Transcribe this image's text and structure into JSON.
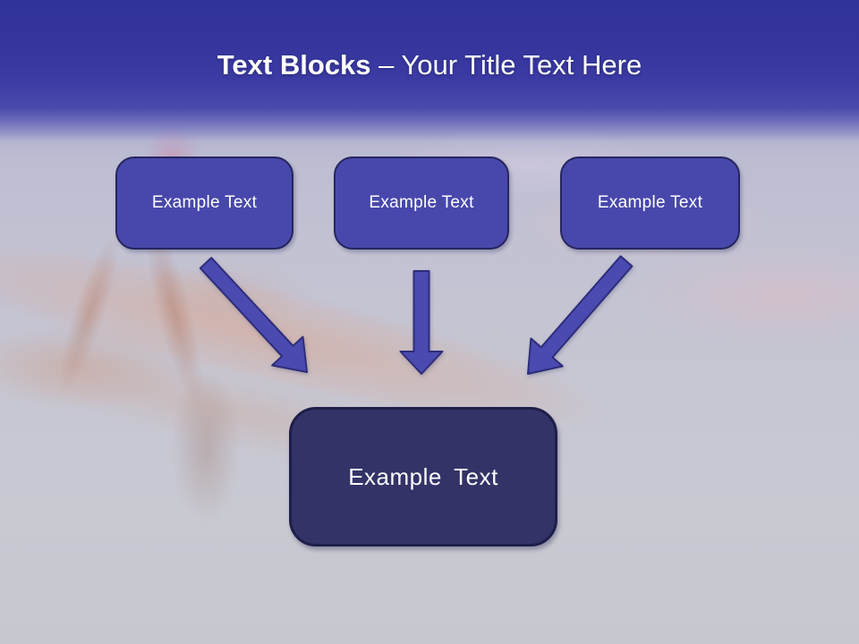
{
  "slide": {
    "title": {
      "bold": "Text Blocks",
      "rest": "– Your Title Text Here"
    },
    "source_blocks": [
      {
        "label": "Example Text"
      },
      {
        "label": "Example Text"
      },
      {
        "label": "Example Text"
      }
    ],
    "target_block": {
      "label": "Example Text"
    },
    "arrows": [
      {
        "name": "arrow-down-right"
      },
      {
        "name": "arrow-down"
      },
      {
        "name": "arrow-down-left"
      }
    ],
    "colors": {
      "header_top": "#32329b",
      "header_bottom": "#4a4aad",
      "block_fill": "#4848ac",
      "block_border": "#26265f",
      "target_fill": "#333368",
      "target_border": "#1e1e4a",
      "arrow_fill": "#4a4ab0",
      "arrow_border": "#2d2d7a",
      "background_wash": "#c5c5d2",
      "hill_tint": "#dba68f",
      "text": "#ffffff"
    }
  }
}
